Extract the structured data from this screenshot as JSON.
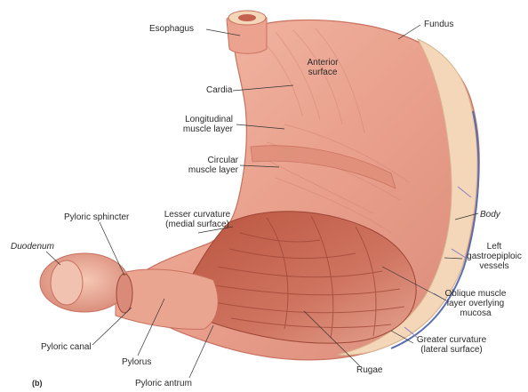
{
  "figure_tag": "(b)",
  "labels": {
    "esophagus": "Esophagus",
    "fundus": "Fundus",
    "anterior_surface": [
      "Anterior",
      "surface"
    ],
    "cardia": "Cardia",
    "longitudinal_muscle": [
      "Longitudinal",
      "muscle layer"
    ],
    "circular_muscle": [
      "Circular",
      "muscle layer"
    ],
    "lesser_curvature": [
      "Lesser curvature",
      "(medial surface)"
    ],
    "pyloric_sphincter": "Pyloric sphincter",
    "duodenum": "Duodenum",
    "body": "Body",
    "left_gastroepiploic": [
      "Left",
      "gastroepiploic",
      "vessels"
    ],
    "oblique_muscle": [
      "Oblique muscle",
      "layer overlying",
      "mucosa"
    ],
    "greater_curvature": [
      "Greater curvature",
      "(lateral surface)"
    ],
    "pyloric_canal": "Pyloric canal",
    "pylorus": "Pylorus",
    "pyloric_antrum": "Pyloric antrum",
    "rugae": "Rugae"
  },
  "colors": {
    "muscle": "#e9a08c",
    "muscle_light": "#f2bba8",
    "muscle_dark": "#c9705e",
    "mucosa": "#c4614f",
    "mucosa_dark": "#9e4536",
    "cut_edge": "#f3d7b8",
    "vessel_blue": "#5a6fb0",
    "leader": "#333333"
  }
}
